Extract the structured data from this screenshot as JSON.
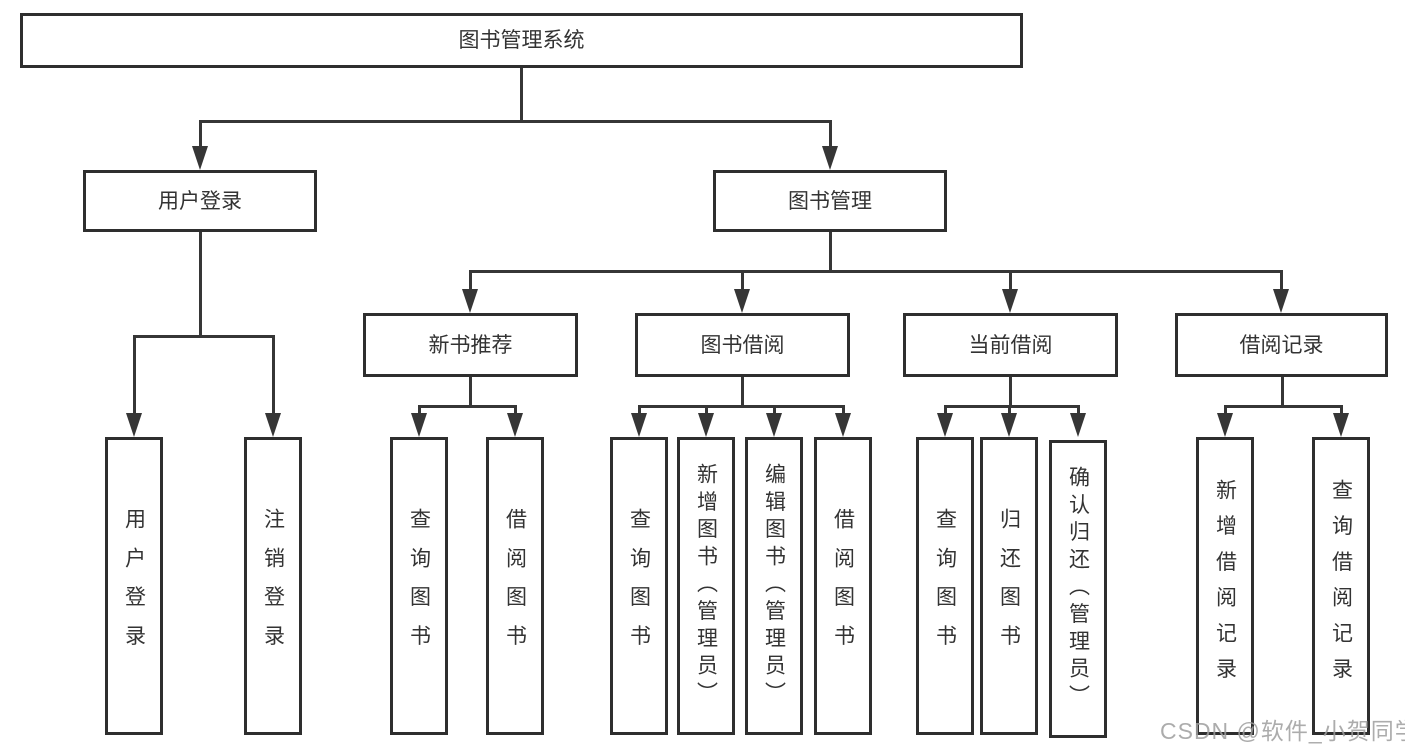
{
  "title": "图书管理系统",
  "watermark": "CSDN @软件_小贺同学",
  "colors": {
    "line": "#363636",
    "box_border": "#2e2e2e",
    "text": "#333333",
    "watermark": "#9e9e9e",
    "background": "#ffffff"
  },
  "tree": {
    "root": "图书管理系统",
    "branches": [
      {
        "label": "用户登录",
        "leaves": [
          "用户登录",
          "注销登录"
        ]
      },
      {
        "label": "图书管理",
        "groups": [
          {
            "label": "新书推荐",
            "leaves": [
              "查询图书",
              "借阅图书"
            ]
          },
          {
            "label": "图书借阅",
            "leaves": [
              "查询图书",
              "新增图书（管理员）",
              "编辑图书（管理员）",
              "借阅图书"
            ]
          },
          {
            "label": "当前借阅",
            "leaves": [
              "查询图书",
              "归还图书",
              "确认归还（管理员）"
            ]
          },
          {
            "label": "借阅记录",
            "leaves": [
              "新增借阅记录",
              "查询借阅记录"
            ]
          }
        ]
      }
    ]
  }
}
